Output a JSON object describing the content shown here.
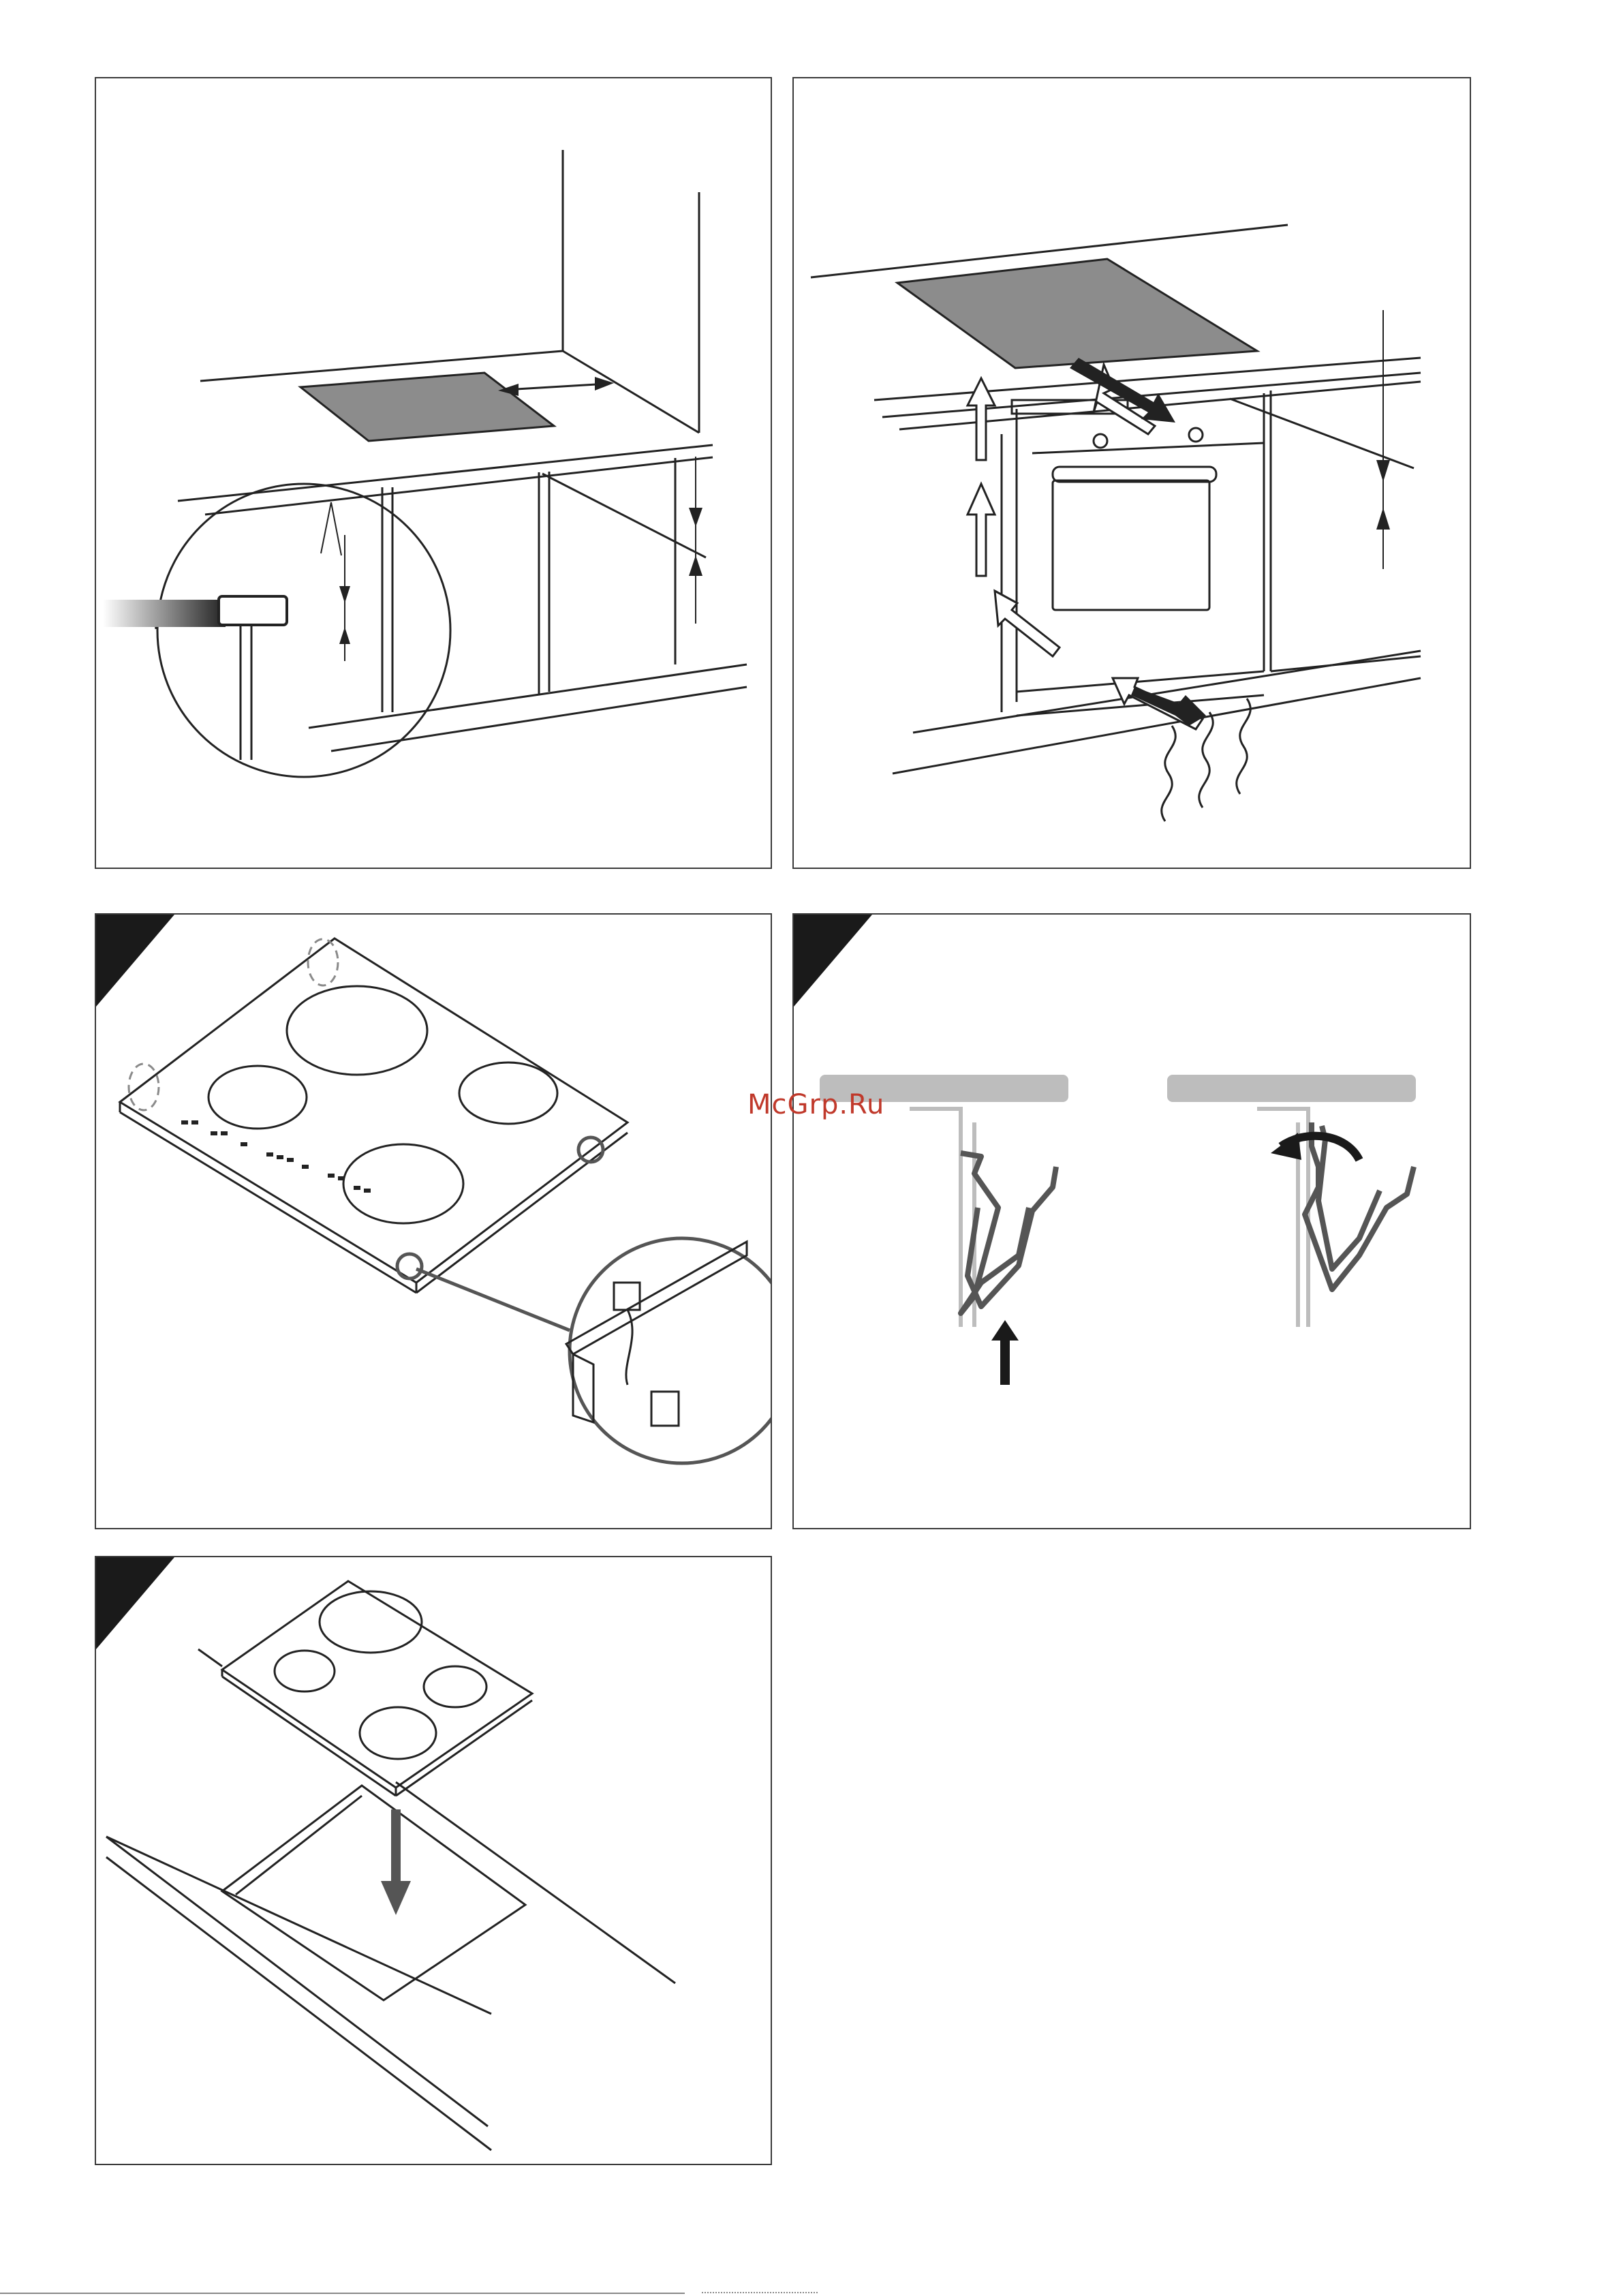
{
  "watermark": {
    "text": "McGrp.Ru",
    "color": "#c0392b"
  },
  "colors": {
    "line": "#222222",
    "gray": "#8a8a8a",
    "light_gray": "#bdbdbd",
    "corner_mark": "#1a1a1a"
  },
  "figures": [
    {
      "id": "fig-cabinet-clearance",
      "content": "hob-on-worktop-with-side-distance-and-inset-detail"
    },
    {
      "id": "fig-oven-ventilation",
      "content": "hob-above-built-in-oven-with-airflow-arrows"
    },
    {
      "id": "fig-hob-brackets",
      "content": "induction-hob-with-mounting-bracket-detail"
    },
    {
      "id": "fig-clip-install",
      "content": "bracket-clip-insertion-steps"
    },
    {
      "id": "fig-hob-insert",
      "content": "hob-lowered-into-worktop-cutout"
    }
  ],
  "icons": [
    "arrow-up-icon",
    "arrow-rotate-icon",
    "arrow-down-icon",
    "heat-wave-icon"
  ]
}
